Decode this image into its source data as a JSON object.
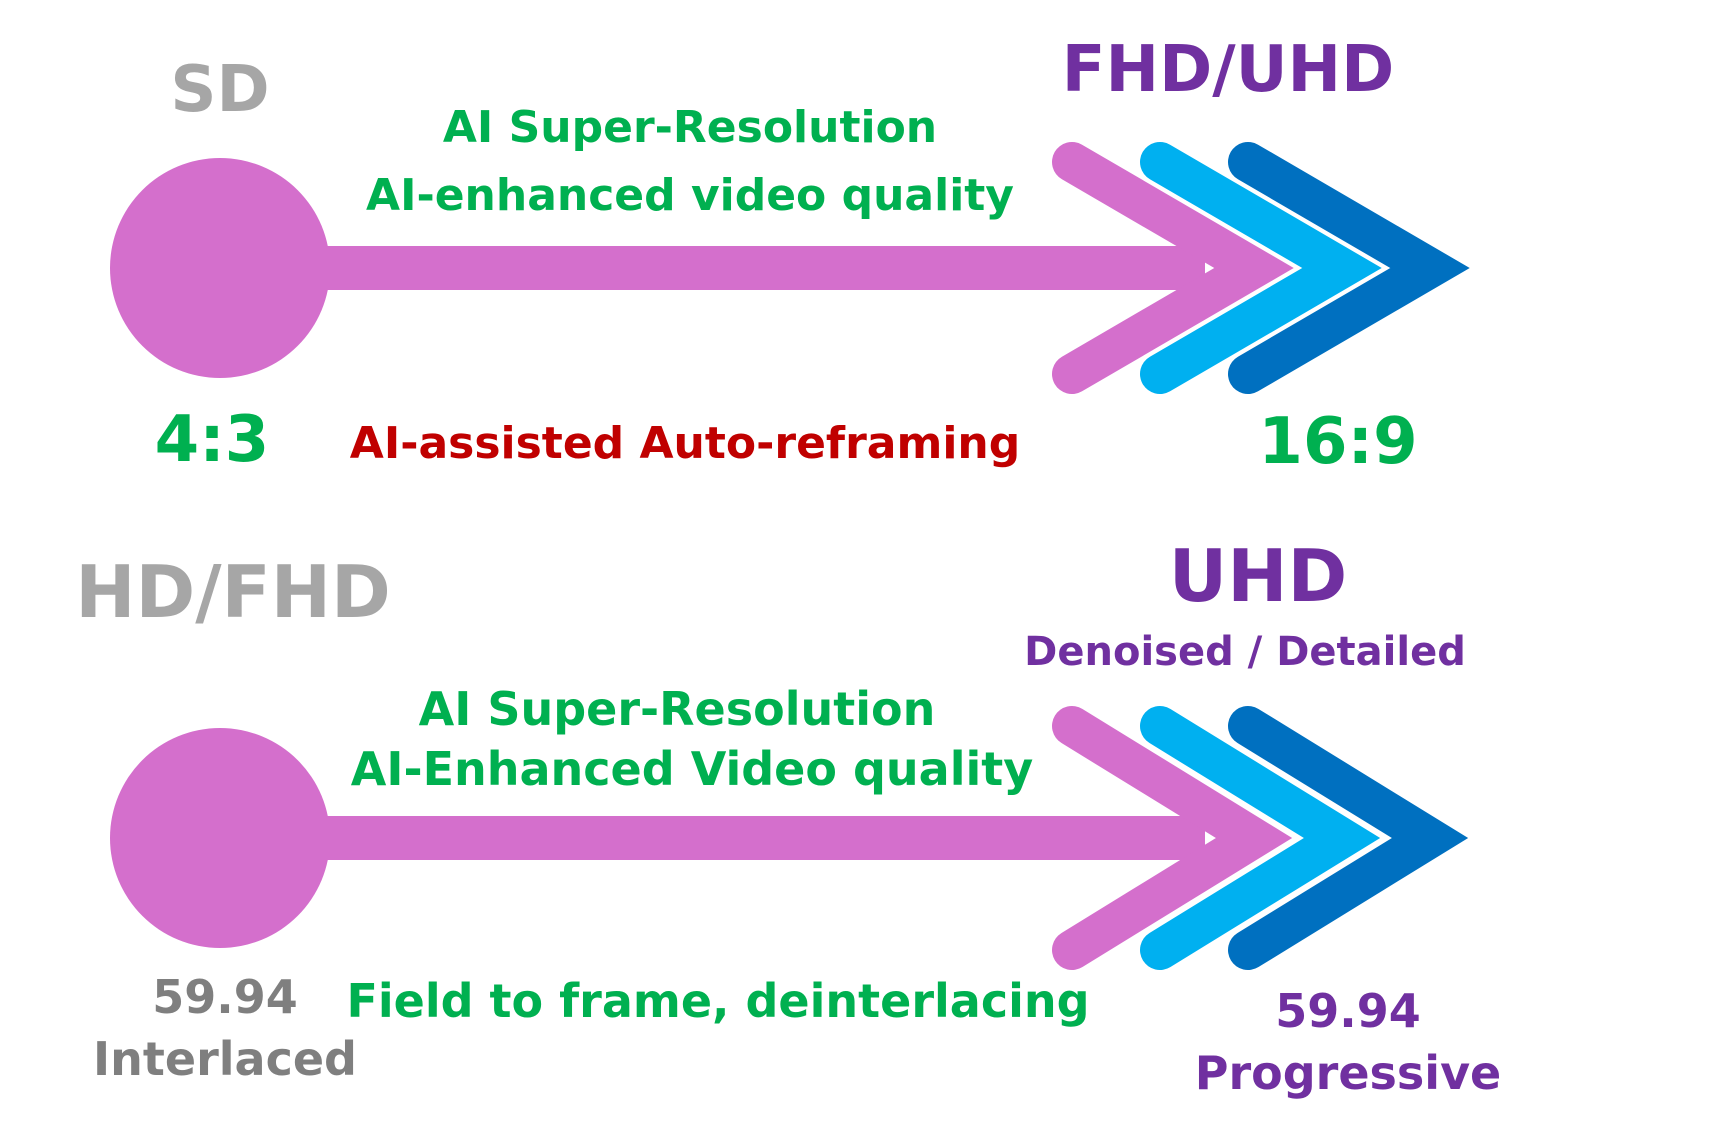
{
  "colors": {
    "gray_light": "#a6a6a6",
    "gray_dark": "#7f7f7f",
    "purple": "#7030a0",
    "green": "#00b050",
    "red": "#c00000",
    "pink": "#d46fcc",
    "cyan": "#00b0f0",
    "blue": "#0070c0"
  },
  "row1": {
    "source_label": "SD",
    "target_label": "FHD/UHD",
    "process_line1": "AI Super-Resolution",
    "process_line2": "AI-enhanced video quality",
    "source_aspect": "4:3",
    "reframing": "AI-assisted Auto-reframing",
    "target_aspect": "16:9"
  },
  "row2": {
    "source_label": "HD/FHD",
    "target_label": "UHD",
    "target_sub": "Denoised / Detailed",
    "process_line1": "AI Super-Resolution",
    "process_line2": "AI-Enhanced Video quality",
    "source_rate": "59.94",
    "source_scan": "Interlaced",
    "deinterlace": "Field to frame, deinterlacing",
    "target_rate": "59.94",
    "target_scan": "Progressive"
  }
}
